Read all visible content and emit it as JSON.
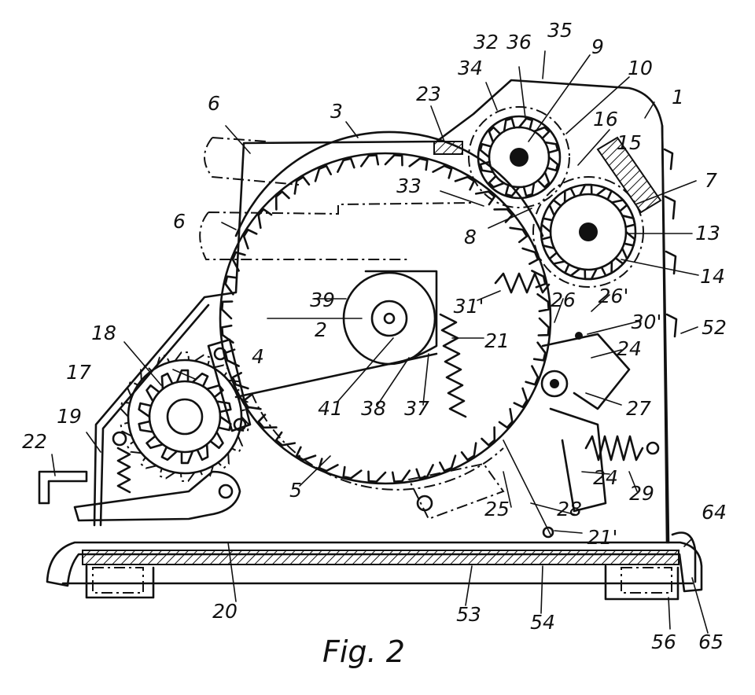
{
  "figure": {
    "caption": "Fig. 2",
    "reference_numerals": [
      "1",
      "2",
      "3",
      "4",
      "5",
      "6",
      "6",
      "7",
      "8",
      "9",
      "10",
      "13",
      "14",
      "15",
      "16",
      "17",
      "18",
      "19",
      "20",
      "21",
      "21'",
      "22",
      "23",
      "24",
      "24",
      "25",
      "26",
      "26'",
      "27",
      "28",
      "29",
      "30'",
      "31'",
      "32",
      "33",
      "34",
      "35",
      "36",
      "37",
      "38",
      "39",
      "41",
      "52",
      "53",
      "54",
      "56",
      "64",
      "65"
    ]
  }
}
